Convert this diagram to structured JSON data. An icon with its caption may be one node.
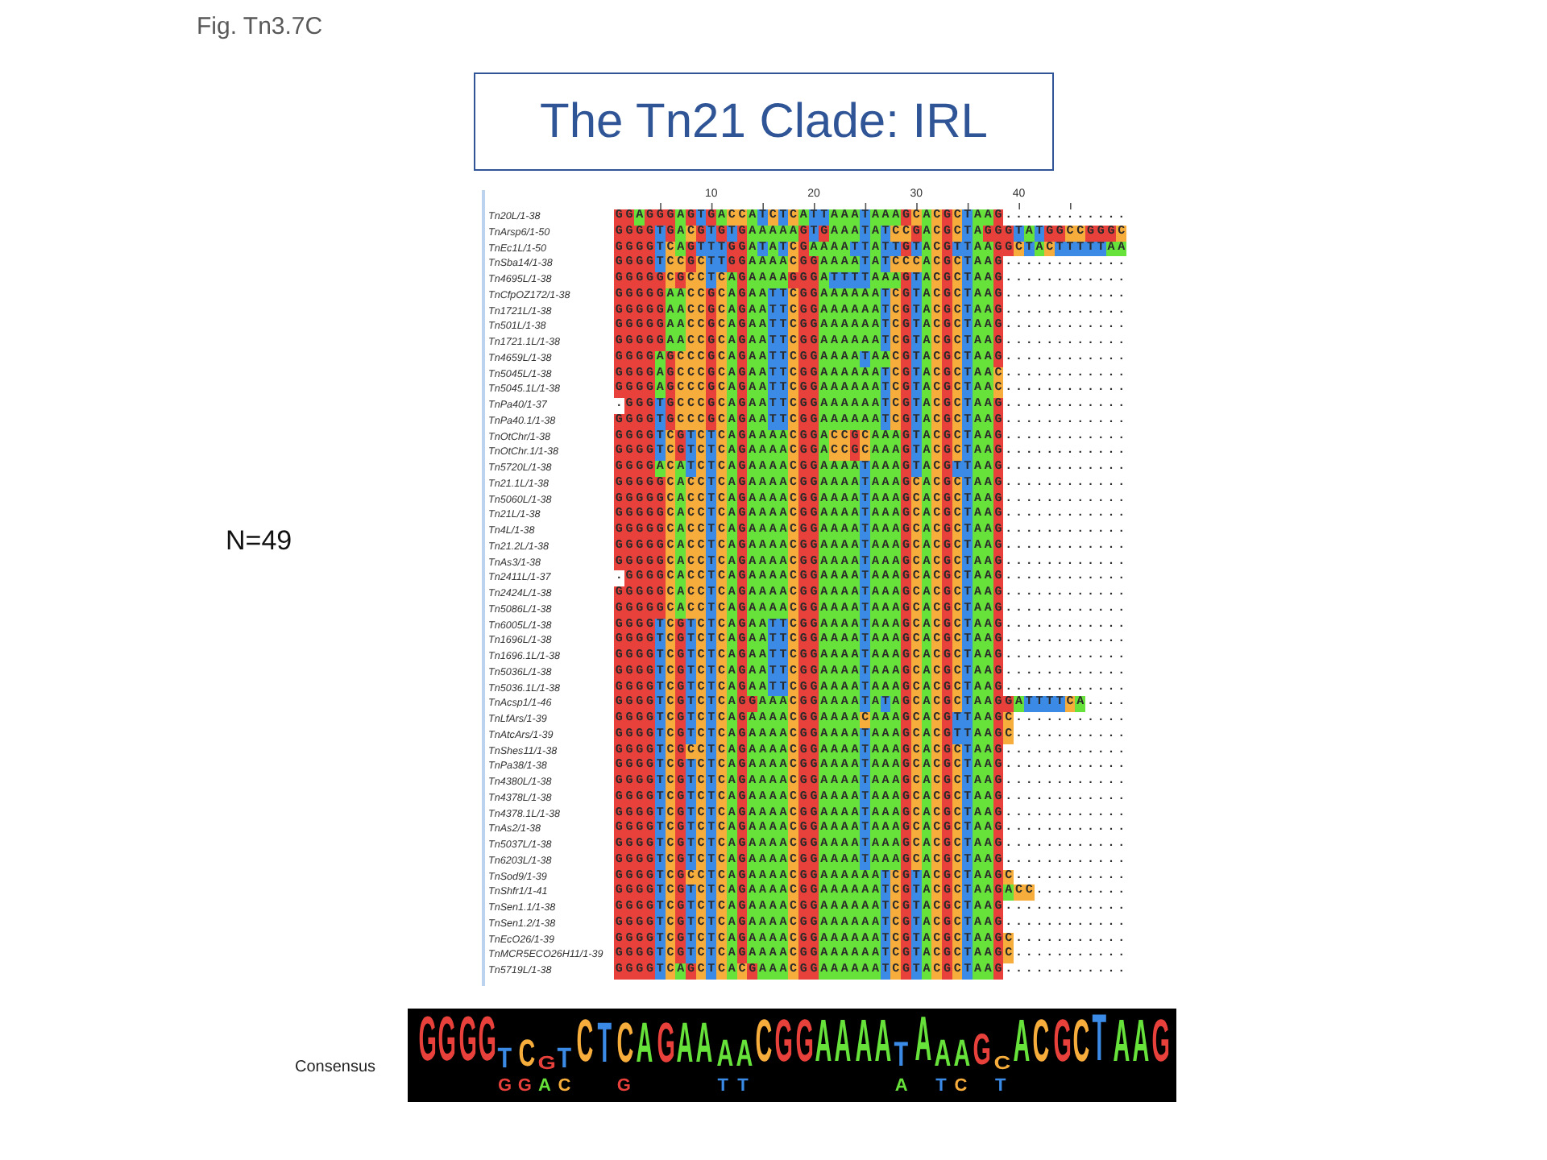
{
  "diagram": {
    "title": "The Tn21 Clade: IRL",
    "labels": [
      "Fig. Tn3.7C",
      "10",
      "20",
      "30",
      "40",
      "Tn20L/1-38",
      "GGAGGGAGTGACCATCTCATTAAATAAAGCACGCTAAG............",
      "TnArsp6/1-50",
      "GGGGTGACGTGTGAAAAAGTGAAATATCCGACGCTAGGGTATGGCCGGGC",
      "TnEc1L/1-50",
      "GGGGTCAGTTTGGATATCGAAAATTATTGTACGTTAAGGCTACTTTTTAA",
      "TnSba14/1-38",
      "GGGGTCCGCTTGGAAAACGGAAAATATCCCACGCTAAG............",
      "Tn4695L/1-38",
      "GGGGGCGCCTCAGAAAAGGGATTTTAAAGTACGCTAAG............",
      "TnCfpOZ172/1-38",
      "GGGGGAACCGCAGAATTCGGAAAAAATCGTACGCTAAG............",
      "Tn1721L/1-38",
      "GGGGGAACCGCAGAATTCGGAAAAAATCGTACGCTAAG............",
      "Tn501L/1-38",
      "GGGGGAACCGCAGAATTCGGAAAAAATCGTACGCTAAG............",
      "Tn1721.1L/1-38",
      "GGGGGAACCGCAGAATTCGGAAAAAATCGTACGCTAAG............",
      "Tn4659L/1-38",
      "GGGGAGCCCGCAGAATTCGGAAAATAACGTACGCTAAG............",
      "Tn5045L/1-38",
      "GGGGAGCCCGCAGAATTCGGAAAAAATCGTACGCTAAC............",
      "Tn5045.1L/1-38",
      "GGGGAGCCCGCAGAATTCGGAAAAAATCGTACGCTAAC............",
      "TnPa40/1-37",
      ".GGGTGCCCGCAGAATTCGGAAAAAATCGTACGCTAAG............",
      "TnPa40.1/1-38",
      "GGGGTGCCCGCAGAATTCGGAAAAAATCGTACGCTAAG............",
      "TnOtChr/1-38",
      "GGGGTCGTCTCAGAAAACGGACCGCAAAGTACGCTAAG............",
      "TnOtChr.1/1-38",
      "GGGGTCGTCTCAGAAAACGGACCGCAAAGTACGCTAAG............",
      "Tn5720L/1-38",
      "GGGGACATCTCAGAAAACGGAAAATAAAGTACGTTAAG............",
      "Tn21.1L/1-38",
      "GGGGGCACCTCAGAAAACGGAAAATAAAGCACGCTAAG............",
      "Tn5060L/1-38",
      "GGGGGCACCTCAGAAAACGGAAAATAAAGCACGCTAAG............",
      "Tn21L/1-38",
      "GGGGGCACCTCAGAAAACGGAAAATAAAGCACGCTAAG............",
      "Tn4L/1-38",
      "GGGGGCACCTCAGAAAACGGAAAATAAAGCACGCTAAG............",
      "Tn21.2L/1-38",
      "GGGGGCACCTCAGAAAACGGAAAATAAAGCACGCTAAG............",
      "TnAs3/1-38",
      "GGGGGCACCTCAGAAAACGGAAAATAAAGCACGCTAAG............",
      "Tn2411L/1-37",
      ".GGGGCACCTCAGAAAACGGAAAATAAAGCACGCTAAG............",
      "Tn2424L/1-38",
      "GGGGGCACCTCAGAAAACGGAAAATAAAGCACGCTAAG............",
      "Tn5086L/1-38",
      "GGGGGCACCTCAGAAAACGGAAAATAAAGCACGCTAAG............",
      "Tn6005L/1-38",
      "GGGGTCGTCTCAGAATTCGGAAAATAAAGCACGCTAAG............",
      "Tn1696L/1-38",
      "GGGGTCGTCTCAGAATTCGGAAAATAAAGCACGCTAAG............",
      "Tn1696.1L/1-38",
      "GGGGTCGTCTCAGAATTCGGAAAATAAAGCACGCTAAG............",
      "Tn5036L/1-38",
      "GGGGTCGTCTCAGAATTCGGAAAATAAAGCACGCTAAG............",
      "Tn5036.1L/1-38",
      "GGGGTCGTCTCAGAATTCGGAAAATAAAGCACGCTAAG............",
      "TnAcsp1/1-46",
      "GGGGTCGTCTCAGGAAACGGAAAATATAGCACGCTAAGGATTTTCA....",
      "TnLfArs/1-39",
      "GGGGTCGTCTCAGAAAACGGAAAACAAAGCACGTTAAGC...........",
      "TnAtcArs/1-39",
      "GGGGTCGTCTCAGAAAACGGAAAATAAAGCACGTTAAGC...........",
      "TnShes11/1-38",
      "GGGGTCGCCTCAGAAAACGGAAAATAAAGCACGCTAAG............",
      "TnPa38/1-38",
      "GGGGTCGTCTCAGAAAACGGAAAATAAAGCACGCTAAG............",
      "Tn4380L/1-38",
      "GGGGTCGTCTCAGAAAACGGAAAATAAAGCACGCTAAG............",
      "Tn4378L/1-38",
      "GGGGTCGTCTCAGAAAACGGAAAATAAAGCACGCTAAG............",
      "Tn4378.1L/1-38",
      "GGGGTCGTCTCAGAAAACGGAAAATAAAGCACGCTAAG............",
      "TnAs2/1-38",
      "GGGGTCGTCTCAGAAAACGGAAAATAAAGCACGCTAAG............",
      "Tn5037L/1-38",
      "GGGGTCGTCTCAGAAAACGGAAAATAAAGCACGCTAAG............",
      "Tn6203L/1-38",
      "GGGGTCGTCTCAGAAAACGGAAAATAAAGCACGCTAAG............",
      "TnSod9/1-39",
      "GGGGTCGCCTCAGAAAACGGAAAAAATCGTACGCTAAGC...........",
      "TnShfr1/1-41",
      "GGGGTCGTCTCAGAAAACGGAAAAAATCGTACGCTAAGACC.........",
      "TnSen1.1/1-38",
      "GGGGTCGTCTCAGAAAACGGAAAAAATCGTACGCTAAG............",
      "TnSen1.2/1-38",
      "GGGGTCGTCTCAGAAAACGGAAAAAATCGTACGCTAAG............",
      "TnEcO26/1-39",
      "GGGGTCGTCTCAGAAAACGGAAAAAATCGTACGCTAAGC...........",
      "TnMCR5ECO26H11/1-39",
      "GGGGTCGTCTCAGAAAACGGAAAAAATCGTACGCTAAGC...........",
      "Tn5719L/1-38",
      "GGGGTCAGCTCACGAAACGGAAAAAATCGTACGCTAAG............",
      "N=49",
      "Consensus",
      "G",
      "G",
      "G",
      "G",
      "T",
      "C",
      "G",
      "T",
      "C",
      "T",
      "C",
      "A",
      "G",
      "A",
      "A",
      "A",
      "A",
      "C",
      "G",
      "G",
      "A",
      "A",
      "A",
      "A",
      "T",
      "A",
      "A",
      "A",
      "G",
      "C",
      "A",
      "C",
      "G",
      "C",
      "T",
      "A",
      "A",
      "G",
      "G",
      "G",
      "A",
      "C",
      "G",
      "T",
      "T",
      "A",
      "T",
      "C",
      "T"
    ]
  }
}
